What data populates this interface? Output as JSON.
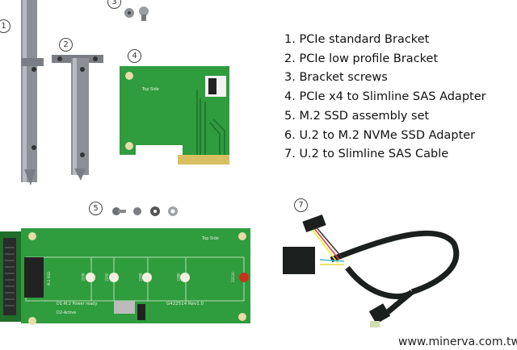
{
  "markers": [
    "1",
    "2",
    "3",
    "4",
    "5",
    "7"
  ],
  "items": [
    "1. PCIe standard Bracket",
    "2. PCIe low profile Bracket",
    "3. Bracket screws",
    "4. PCIe x4 to Slimline SAS Adapter",
    "5. M.2 SSD assembly set",
    "6. U.2 to M.2 NVMe SSD Adapter",
    "7. U.2 to Slimline SAS Cable"
  ],
  "pcie_card": {
    "label": "Top Side"
  },
  "m2_board": {
    "top_label": "Top Side",
    "model": "G422514 Rev1.0",
    "led1": "D1-M.2 Power ready",
    "led2": "D2-Active",
    "slot_label": "M.2 SSD",
    "lengths": [
      "2230",
      "2242",
      "2260",
      "2280",
      "22110"
    ]
  },
  "watermark": "www.minerva.com.tw",
  "colors": {
    "pcb": "#2f9c3e",
    "gold": "#d8c060",
    "metal": "#8c9096",
    "cable": "#1b1f1d"
  }
}
